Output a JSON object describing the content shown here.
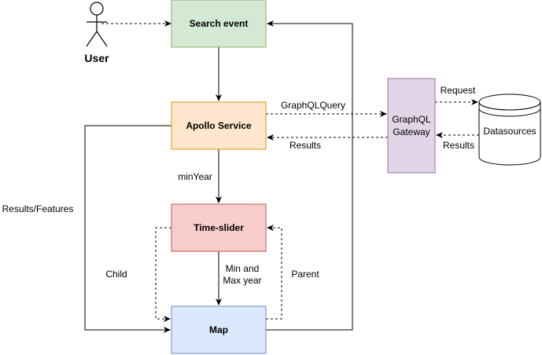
{
  "actor": {
    "label": "User"
  },
  "nodes": {
    "search_event": {
      "label": "Search event",
      "fill": "#d5e8d4",
      "stroke": "#82b366"
    },
    "apollo_service": {
      "label": "Apollo Service",
      "fill": "#ffe6cc",
      "stroke": "#d79b00"
    },
    "time_slider": {
      "label": "Time-slider",
      "fill": "#f8cecc",
      "stroke": "#b85450"
    },
    "map": {
      "label": "Map",
      "fill": "#dae8fc",
      "stroke": "#6c8ebf"
    },
    "graphql_gateway": {
      "label_line1": "GraphQL",
      "label_line2": "Gateway",
      "fill": "#e1d5e7",
      "stroke": "#9673a6"
    },
    "datasources": {
      "label": "Datasources",
      "fill": "#ffffff",
      "stroke": "#000000"
    }
  },
  "edges": {
    "graphql_query": "GraphQLQuery",
    "results_gateway": "Results",
    "request": "Request",
    "results_datasources": "Results",
    "min_year": "minYear",
    "min_max_line1": "Min and",
    "min_max_line2": "Max year",
    "results_features": "Results/Features",
    "child": "Child",
    "parent": "Parent"
  }
}
